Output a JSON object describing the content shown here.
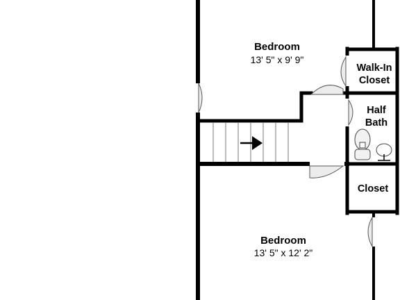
{
  "floorplan": {
    "colors": {
      "wall": "#000000",
      "background": "#ffffff",
      "door_fill": "#ececec",
      "fixture_fill": "#f2f2f2"
    },
    "rooms": {
      "bedroom_top": {
        "name": "Bedroom",
        "dimensions": "13' 5\" x 9' 9\""
      },
      "bedroom_bottom": {
        "name": "Bedroom",
        "dimensions": "13' 5\" x 12' 2\""
      },
      "walk_in_closet": {
        "name_line1": "Walk-In",
        "name_line2": "Closet"
      },
      "half_bath": {
        "name_line1": "Half",
        "name_line2": "Bath"
      },
      "closet": {
        "name": "Closet"
      }
    },
    "stairs": {
      "direction": "right",
      "arrow_icon": "arrow-right-icon"
    },
    "fixtures": [
      "toilet-icon",
      "sink-icon"
    ]
  }
}
